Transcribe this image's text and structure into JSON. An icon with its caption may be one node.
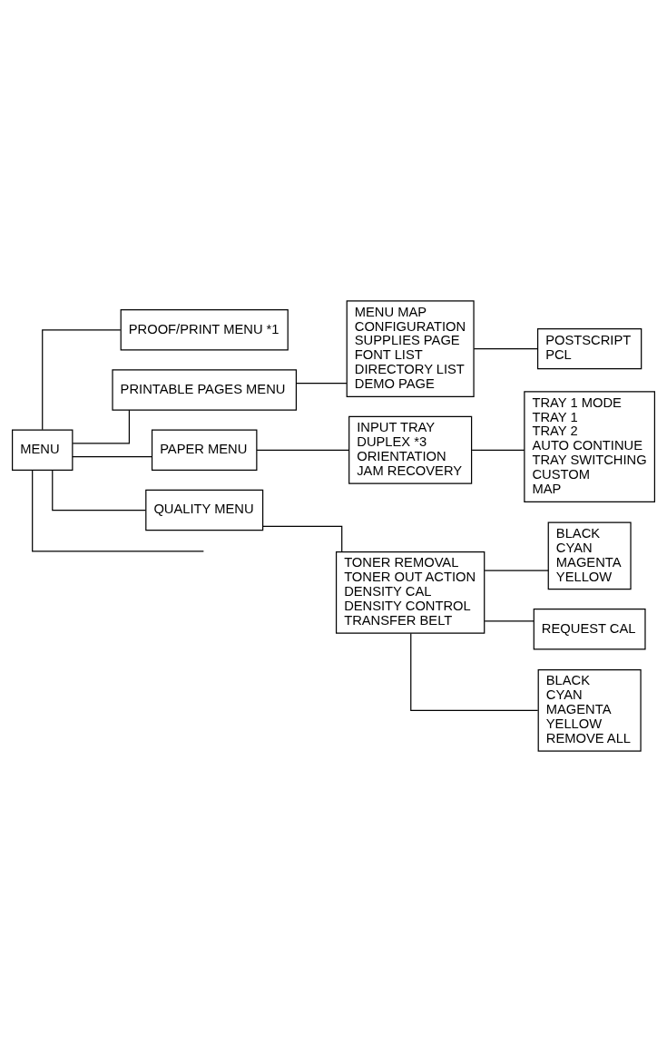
{
  "diagram": {
    "nodes": [
      {
        "text": [
          "MENU"
        ]
      },
      {
        "text": [
          "PROOF/PRINT MENU *1"
        ]
      },
      {
        "text": [
          "PRINTABLE PAGES MENU"
        ]
      },
      {
        "text": [
          "MENU MAP",
          "CONFIGURATION",
          "SUPPLIES PAGE",
          "FONT LIST",
          "DIRECTORY LIST",
          "DEMO PAGE"
        ]
      },
      {
        "text": [
          "POSTSCRIPT",
          "PCL"
        ]
      },
      {
        "text": [
          "PAPER MENU"
        ]
      },
      {
        "text": [
          "INPUT TRAY",
          "DUPLEX *3",
          "ORIENTATION",
          "JAM RECOVERY"
        ]
      },
      {
        "text": [
          "TRAY 1 MODE",
          "TRAY 1",
          "TRAY 2",
          "AUTO CONTINUE",
          "TRAY SWITCHING",
          "CUSTOM",
          "MAP"
        ]
      },
      {
        "text": [
          "QUALITY MENU"
        ]
      },
      {
        "text": [
          "BLACK",
          "CYAN",
          "MAGENTA",
          "YELLOW"
        ]
      },
      {
        "text": [
          "TONER REMOVAL",
          "TONER OUT ACTION",
          "DENSITY CAL",
          "DENSITY CONTROL",
          "TRANSFER BELT"
        ]
      },
      {
        "text": [
          "REQUEST CAL"
        ]
      },
      {
        "text": [
          "BLACK",
          "CYAN",
          "MAGENTA",
          "YELLOW",
          "REMOVE ALL"
        ]
      }
    ],
    "edges": [
      {
        "from": 0,
        "to": 1,
        "arrow": "none"
      },
      {
        "from": 0,
        "to": 2,
        "arrow": "none"
      },
      {
        "from": 2,
        "to": 3,
        "arrow": "none"
      },
      {
        "from": 3,
        "to": 4,
        "arrow": "none"
      },
      {
        "from": 0,
        "to": 5,
        "arrow": "none"
      },
      {
        "from": 5,
        "to": 6,
        "arrow": "none"
      },
      {
        "from": 6,
        "to": 7,
        "arrow": "none"
      },
      {
        "from": 0,
        "to": 8,
        "arrow": "none"
      },
      {
        "from": 8,
        "to": 10,
        "arrow": "none"
      },
      {
        "from": 10,
        "to": 9,
        "arrow": "none"
      },
      {
        "from": 10,
        "to": 11,
        "arrow": "none"
      },
      {
        "from": 10,
        "to": 12,
        "arrow": "none"
      },
      {
        "from": 0,
        "to": null,
        "arrow": "none"
      }
    ]
  }
}
